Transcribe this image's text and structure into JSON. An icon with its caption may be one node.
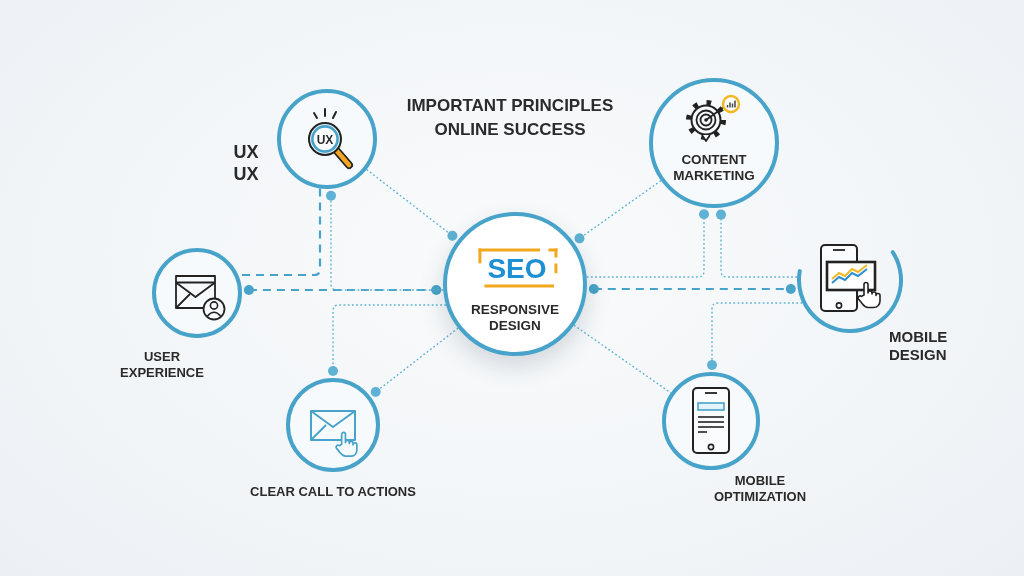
{
  "diagram": {
    "title": "IMPORTANT PRINCIPLES ONLINE SUCCESS",
    "nodes": [
      {
        "text": [
          "UX"
        ],
        "beside": [
          "UX UX"
        ]
      },
      {
        "text": [
          "CONTENT MARKETING"
        ]
      },
      {
        "text": [
          "USER EXPERIENCE"
        ]
      },
      {
        "text": [
          "SEO",
          "RESPONSIVE DESIGN"
        ]
      },
      {
        "text": [
          "MOBILE DESIGN"
        ]
      },
      {
        "text": [
          "CLEAR CALL TO ACTIONS"
        ]
      },
      {
        "text": [
          "MOBILE OPTIMIZATION"
        ]
      }
    ],
    "edges": [
      {
        "from": 0,
        "to": 3,
        "arrow": "other"
      },
      {
        "from": 0,
        "to": 2,
        "arrow": "none",
        "style": "dashed"
      },
      {
        "from": 2,
        "to": 3,
        "arrow": "other",
        "style": "dashed"
      },
      {
        "from": 3,
        "to": 0,
        "arrow": "other"
      },
      {
        "from": 3,
        "to": 5,
        "arrow": "other"
      },
      {
        "from": 3,
        "to": 5,
        "arrow": "other"
      },
      {
        "from": 1,
        "to": 3,
        "arrow": "other"
      },
      {
        "from": 3,
        "to": 1,
        "arrow": "other"
      },
      {
        "from": 4,
        "to": 1,
        "arrow": "other"
      },
      {
        "from": 3,
        "to": 4,
        "arrow": "other",
        "style": "dashed"
      },
      {
        "from": 4,
        "to": 6,
        "arrow": "other"
      },
      {
        "from": 3,
        "to": 6,
        "arrow": "none"
      }
    ]
  }
}
